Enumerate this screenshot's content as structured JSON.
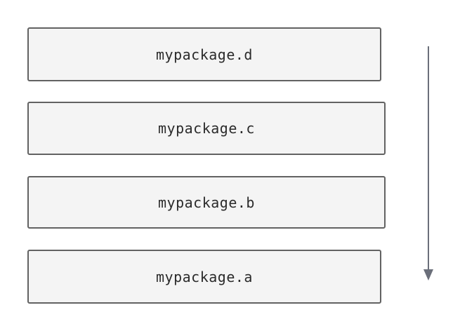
{
  "diagram": {
    "layers": [
      {
        "id": "d",
        "label": "mypackage.d"
      },
      {
        "id": "c",
        "label": "mypackage.c"
      },
      {
        "id": "b",
        "label": "mypackage.b"
      },
      {
        "id": "a",
        "label": "mypackage.a"
      }
    ],
    "arrow": {
      "direction": "down",
      "color": "#6b6f7a"
    },
    "colors": {
      "box_fill": "#f4f4f4",
      "box_border": "#626262",
      "text": "#2b2b2b"
    }
  }
}
